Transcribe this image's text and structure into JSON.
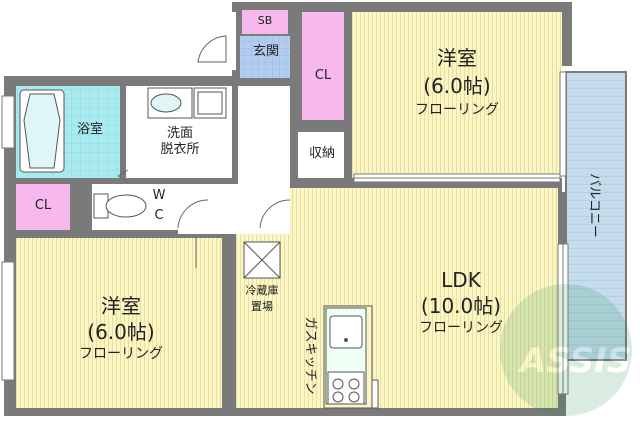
{
  "rooms": {
    "western_room_1": {
      "name": "洋室",
      "size": "(6.0帖)",
      "floor": "フローリング"
    },
    "western_room_2": {
      "name": "洋室",
      "size": "(6.0帖)",
      "floor": "フローリング"
    },
    "ldk": {
      "name": "LDK",
      "size": "(10.0帖)",
      "floor": "フローリング"
    },
    "bath": {
      "name": "浴室"
    },
    "washroom": {
      "line1": "洗面",
      "line2": "脱衣所"
    },
    "wc": {
      "w": "W",
      "c": "C"
    },
    "storage": {
      "name": "収納"
    },
    "entrance": {
      "name": "玄関"
    },
    "shoe_box": {
      "name": "SB"
    },
    "closet_1": {
      "name": "CL"
    },
    "closet_2": {
      "name": "CL"
    },
    "fridge": {
      "line1": "冷蔵庫",
      "line2": "置場"
    },
    "gas_kitchen": {
      "name": "ガスキッチン"
    },
    "balcony": {
      "name": "バルコニー"
    }
  },
  "watermark": {
    "text": "ASSIST"
  },
  "colors": {
    "wall": "#7a7a7a",
    "western_floor": "#fbf6c4",
    "bath_floor": "#a9eaee",
    "closet": "#f7b8ee",
    "entrance": "#b2cdf0",
    "balcony": "#b6d3e8",
    "hall": "#ffffff"
  }
}
